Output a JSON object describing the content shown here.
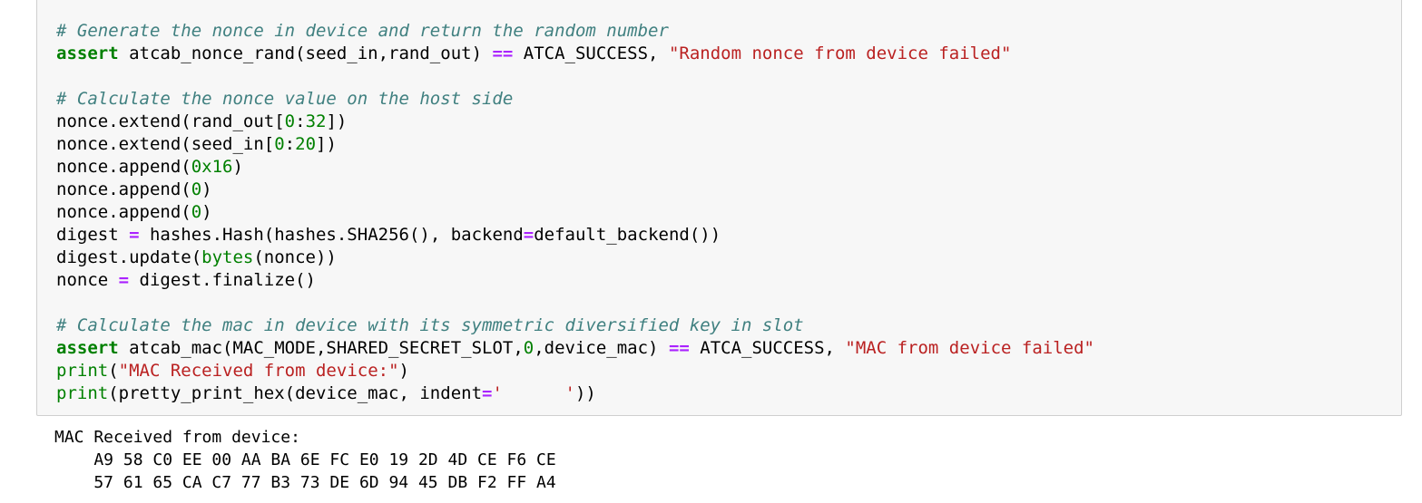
{
  "cell": {
    "code_lines": [
      [
        {
          "c": "com",
          "t": "# Generate the nonce in device and return the random number"
        }
      ],
      [
        {
          "c": "kw",
          "t": "assert"
        },
        {
          "c": "pl",
          "t": " atcab_nonce_rand(seed_in,rand_out) "
        },
        {
          "c": "op",
          "t": "=="
        },
        {
          "c": "pl",
          "t": " ATCA_SUCCESS, "
        },
        {
          "c": "str",
          "t": "\"Random nonce from device failed\""
        }
      ],
      [],
      [
        {
          "c": "com",
          "t": "# Calculate the nonce value on the host side"
        }
      ],
      [
        {
          "c": "pl",
          "t": "nonce.extend(rand_out["
        },
        {
          "c": "num",
          "t": "0"
        },
        {
          "c": "pl",
          "t": ":"
        },
        {
          "c": "num",
          "t": "32"
        },
        {
          "c": "pl",
          "t": "])"
        }
      ],
      [
        {
          "c": "pl",
          "t": "nonce.extend(seed_in["
        },
        {
          "c": "num",
          "t": "0"
        },
        {
          "c": "pl",
          "t": ":"
        },
        {
          "c": "num",
          "t": "20"
        },
        {
          "c": "pl",
          "t": "])"
        }
      ],
      [
        {
          "c": "pl",
          "t": "nonce.append("
        },
        {
          "c": "num",
          "t": "0x16"
        },
        {
          "c": "pl",
          "t": ")"
        }
      ],
      [
        {
          "c": "pl",
          "t": "nonce.append("
        },
        {
          "c": "num",
          "t": "0"
        },
        {
          "c": "pl",
          "t": ")"
        }
      ],
      [
        {
          "c": "pl",
          "t": "nonce.append("
        },
        {
          "c": "num",
          "t": "0"
        },
        {
          "c": "pl",
          "t": ")"
        }
      ],
      [
        {
          "c": "pl",
          "t": "digest "
        },
        {
          "c": "op",
          "t": "="
        },
        {
          "c": "pl",
          "t": " hashes.Hash(hashes.SHA256(), backend"
        },
        {
          "c": "op",
          "t": "="
        },
        {
          "c": "pl",
          "t": "default_backend())"
        }
      ],
      [
        {
          "c": "pl",
          "t": "digest.update("
        },
        {
          "c": "bi",
          "t": "bytes"
        },
        {
          "c": "pl",
          "t": "(nonce))"
        }
      ],
      [
        {
          "c": "pl",
          "t": "nonce "
        },
        {
          "c": "op",
          "t": "="
        },
        {
          "c": "pl",
          "t": " digest.finalize()"
        }
      ],
      [],
      [
        {
          "c": "com",
          "t": "# Calculate the mac in device with its symmetric diversified key in slot"
        }
      ],
      [
        {
          "c": "kw",
          "t": "assert"
        },
        {
          "c": "pl",
          "t": " atcab_mac(MAC_MODE,SHARED_SECRET_SLOT,"
        },
        {
          "c": "num",
          "t": "0"
        },
        {
          "c": "pl",
          "t": ",device_mac) "
        },
        {
          "c": "op",
          "t": "=="
        },
        {
          "c": "pl",
          "t": " ATCA_SUCCESS, "
        },
        {
          "c": "str",
          "t": "\"MAC from device failed\""
        }
      ],
      [
        {
          "c": "bi",
          "t": "print"
        },
        {
          "c": "pl",
          "t": "("
        },
        {
          "c": "str",
          "t": "\"MAC Received from device:\""
        },
        {
          "c": "pl",
          "t": ")"
        }
      ],
      [
        {
          "c": "bi",
          "t": "print"
        },
        {
          "c": "pl",
          "t": "(pretty_print_hex(device_mac, indent"
        },
        {
          "c": "op",
          "t": "="
        },
        {
          "c": "str",
          "t": "'      '"
        },
        {
          "c": "pl",
          "t": "))"
        }
      ]
    ]
  },
  "output": {
    "lines": [
      "MAC Received from device:",
      "    A9 58 C0 EE 00 AA BA 6E FC E0 19 2D 4D CE F6 CE",
      "    57 61 65 CA C7 77 B3 73 DE 6D 94 45 DB F2 FF A4"
    ]
  },
  "colors": {
    "cell_bg": "#f7f7f7",
    "cell_border": "#cfcfcf",
    "comment": "#408080",
    "keyword": "#008000",
    "builtin": "#008000",
    "number": "#008000",
    "operator": "#AA22FF",
    "string": "#BA2121",
    "text": "#000000"
  }
}
